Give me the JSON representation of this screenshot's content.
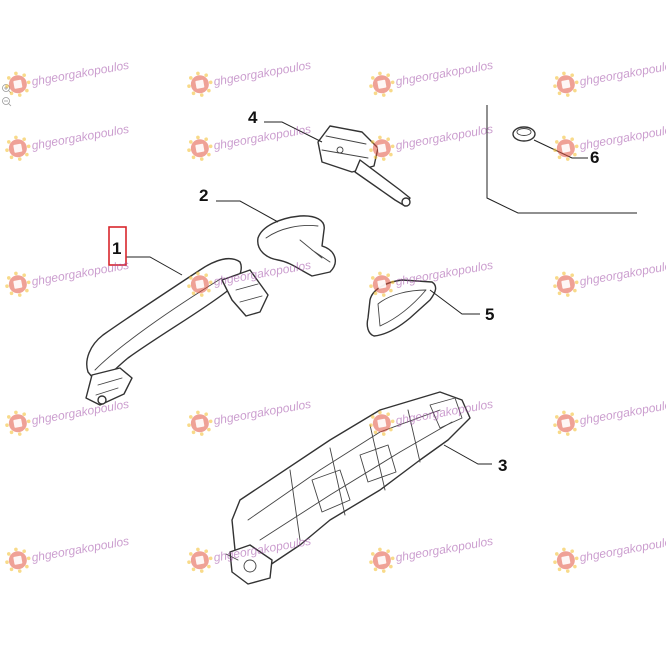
{
  "diagram": {
    "callouts": [
      {
        "id": "1",
        "label": "1",
        "highlighted": true
      },
      {
        "id": "2",
        "label": "2",
        "highlighted": false
      },
      {
        "id": "3",
        "label": "3",
        "highlighted": false
      },
      {
        "id": "4",
        "label": "4",
        "highlighted": false
      },
      {
        "id": "5",
        "label": "5",
        "highlighted": false
      },
      {
        "id": "6",
        "label": "6",
        "highlighted": false
      }
    ],
    "highlight_color": "#d8262c"
  },
  "watermark": {
    "text": "ghgeorgakopoulos",
    "text_color": "#a24fa8",
    "logo_color": "#e2543f"
  },
  "toolbar": {
    "zoom_in_icon": "zoom-in-icon",
    "zoom_out_icon": "zoom-out-icon"
  }
}
